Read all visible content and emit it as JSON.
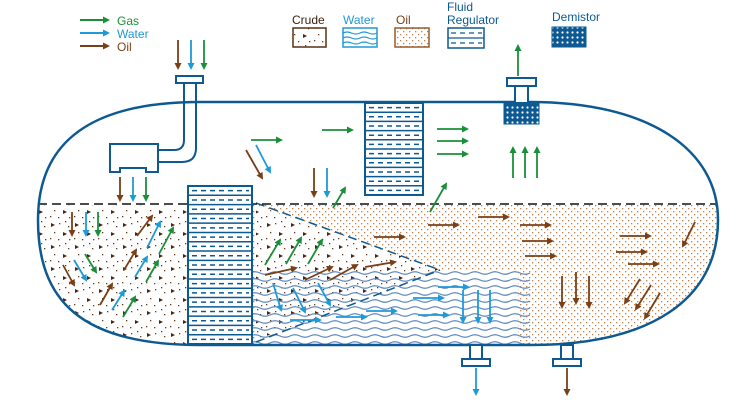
{
  "title": "Three-phase separator flow diagram",
  "colors": {
    "gas": "#1a8f3a",
    "water": "#1e9ad6",
    "oil": "#7a3f17",
    "vessel": "#0d5a92",
    "water_wave": "#5b86bf",
    "oil_dot": "#b0703a",
    "crude_dot": "#4a2510",
    "level_line": "#111111"
  },
  "legend_arrows": [
    {
      "key": "gas",
      "label": "Gas"
    },
    {
      "key": "water",
      "label": "Water"
    },
    {
      "key": "oil",
      "label": "Oil"
    }
  ],
  "legend_swatches": [
    {
      "key": "crude",
      "label": "Crude"
    },
    {
      "key": "water",
      "label": "Water"
    },
    {
      "key": "oil",
      "label": "Oil"
    },
    {
      "key": "fluid_regulator",
      "label_line1": "Fluid",
      "label_line2": "Regulator"
    },
    {
      "key": "demistor",
      "label": "Demistor"
    }
  ],
  "components": {
    "inlet": "Inlet nozzle",
    "inlet_diverter": "Inlet diverter",
    "fluid_regulator_liquid": "Fluid regulator (liquid)",
    "fluid_regulator_gas": "Fluid regulator (gas)",
    "demistor": "Demistor",
    "gas_outlet": "Gas outlet",
    "water_outlet": "Water outlet",
    "oil_outlet": "Oil outlet",
    "liquid_level": "Liquid level"
  }
}
